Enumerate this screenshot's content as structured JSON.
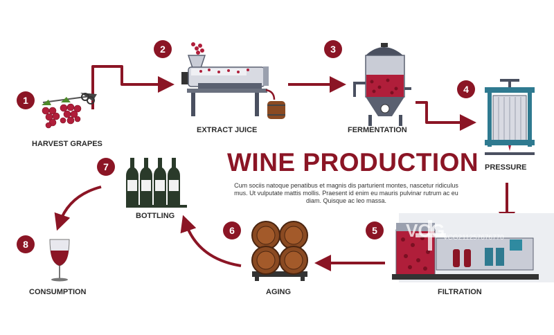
{
  "title": "WINE PRODUCTION",
  "description": "Cum sociis natoque penatibus et magnis dis parturient montes, nascetur ridiculus mus. Ut vulputate mattis mollis. Praesent id enim eu mauris pulvinar rutrum ac eu diam. Quisque ac leo massa.",
  "steps": [
    {
      "number": "1",
      "label": "HARVEST GRAPES",
      "icon": "grapes-with-shears-icon"
    },
    {
      "number": "2",
      "label": "EXTRACT JUICE",
      "icon": "grape-press-machine-icon"
    },
    {
      "number": "3",
      "label": "FERMENTATION",
      "icon": "fermentation-tank-icon"
    },
    {
      "number": "4",
      "label": "PRESSURE",
      "icon": "wine-press-icon"
    },
    {
      "number": "5",
      "label": "FILTRATION",
      "icon": "filtration-machine-icon"
    },
    {
      "number": "6",
      "label": "AGING",
      "icon": "barrels-icon"
    },
    {
      "number": "7",
      "label": "BOTTLING",
      "icon": "wine-bottles-icon"
    },
    {
      "number": "8",
      "label": "CONSUMPTION",
      "icon": "wine-glass-icon"
    }
  ],
  "watermark": {
    "brand": "VCG",
    "id": "VCG211257676770"
  },
  "colors": {
    "accent": "#8b1525",
    "grape": "#b01e3a",
    "metal": "#5a6070",
    "wood": "#8a4a22"
  }
}
